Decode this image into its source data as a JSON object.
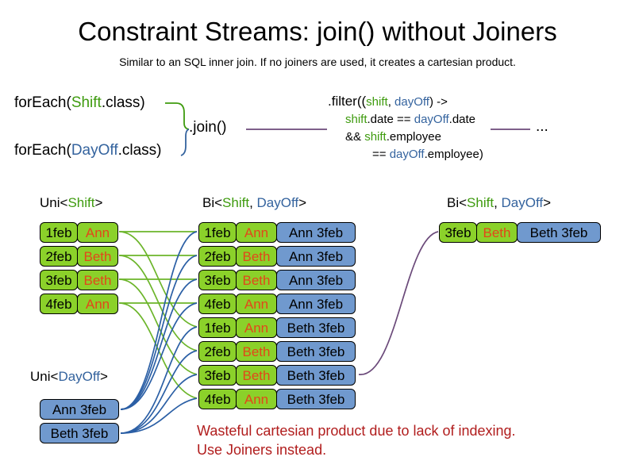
{
  "header": {
    "title": "Constraint Streams: join() without Joiners",
    "subtitle": "Similar to an SQL inner join. If no joiners are used, it creates a cartesian product."
  },
  "code": {
    "foreach_shift": {
      "prefix": "forEach(",
      "type": "Shift",
      "suffix": ".class)"
    },
    "foreach_dayoff": {
      "prefix": "forEach(",
      "type": "DayOff",
      "suffix": ".class)"
    },
    "join": ".join()",
    "filter": {
      "line1_prefix": ".filter((",
      "line1_param1": "shift",
      "line1_comma": ", ",
      "line1_param2": "dayOff",
      "line1_suffix": ") ->",
      "line2_a": "shift",
      "line2_b": ".date == ",
      "line2_c": "dayOff",
      "line2_d": ".date",
      "line3_a": "&& ",
      "line3_b": "shift",
      "line3_c": ".employee",
      "line4_a": "== ",
      "line4_b": "dayOff",
      "line4_c": ".employee)"
    },
    "ellipsis": "..."
  },
  "labels": {
    "uni_shift": {
      "prefix": "Uni<",
      "type": "Shift",
      "suffix": ">"
    },
    "bi_middle": {
      "prefix": "Bi<",
      "type1": "Shift",
      "sep": ", ",
      "type2": "DayOff",
      "suffix": ">"
    },
    "bi_right": {
      "prefix": "Bi<",
      "type1": "Shift",
      "sep": ", ",
      "type2": "DayOff",
      "suffix": ">"
    },
    "uni_dayoff": {
      "prefix": "Uni<",
      "type": "DayOff",
      "suffix": ">"
    }
  },
  "shifts": [
    {
      "date": "1feb",
      "employee": "Ann"
    },
    {
      "date": "2feb",
      "employee": "Beth"
    },
    {
      "date": "3feb",
      "employee": "Beth"
    },
    {
      "date": "4feb",
      "employee": "Ann"
    }
  ],
  "dayoffs": [
    {
      "label": "Ann 3feb"
    },
    {
      "label": "Beth 3feb"
    }
  ],
  "cartesian": [
    {
      "date": "1feb",
      "employee": "Ann",
      "dayoff": "Ann 3feb"
    },
    {
      "date": "2feb",
      "employee": "Beth",
      "dayoff": "Ann 3feb"
    },
    {
      "date": "3feb",
      "employee": "Beth",
      "dayoff": "Ann 3feb"
    },
    {
      "date": "4feb",
      "employee": "Ann",
      "dayoff": "Ann 3feb"
    },
    {
      "date": "1feb",
      "employee": "Ann",
      "dayoff": "Beth 3feb"
    },
    {
      "date": "2feb",
      "employee": "Beth",
      "dayoff": "Beth 3feb"
    },
    {
      "date": "3feb",
      "employee": "Beth",
      "dayoff": "Beth 3feb"
    },
    {
      "date": "4feb",
      "employee": "Ann",
      "dayoff": "Beth 3feb"
    }
  ],
  "result": {
    "date": "3feb",
    "employee": "Beth",
    "dayoff": "Beth 3feb"
  },
  "warning": {
    "line1": "Wasteful cartesian product due to lack of indexing.",
    "line2": "Use Joiners instead."
  },
  "colors": {
    "shift_green": "#8BD12A",
    "dayoff_blue": "#7099CE",
    "employee_orange": "#e2471a",
    "shift_text_green": "#3e9b0e",
    "dayoff_text_blue": "#34639e",
    "warning_red": "#b11d1d",
    "connector_purple": "#6b4a7a"
  }
}
